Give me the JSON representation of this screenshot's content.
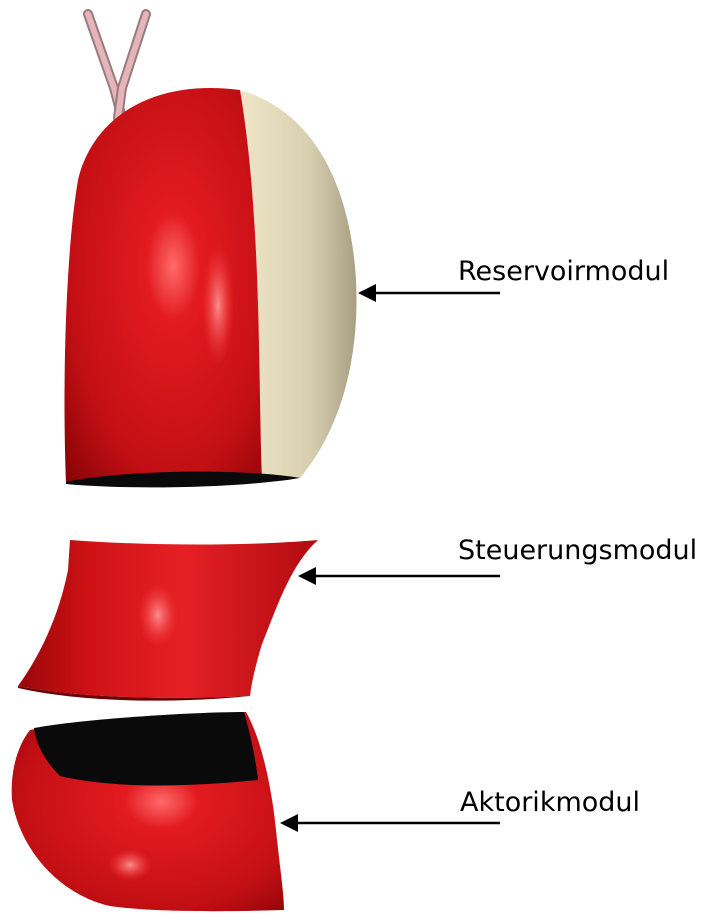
{
  "labels": {
    "reservoir": "Reservoirmodul",
    "steuerung": "Steuerungsmodul",
    "aktorik": "Aktorikmodul"
  },
  "colors": {
    "module_red": "#d41418",
    "module_dark_red": "#8e0508",
    "reservoir_side": "#d9cfb0",
    "tube": "#e2b2b6",
    "interior": "#0a0a0a",
    "arrow": "#000000"
  }
}
